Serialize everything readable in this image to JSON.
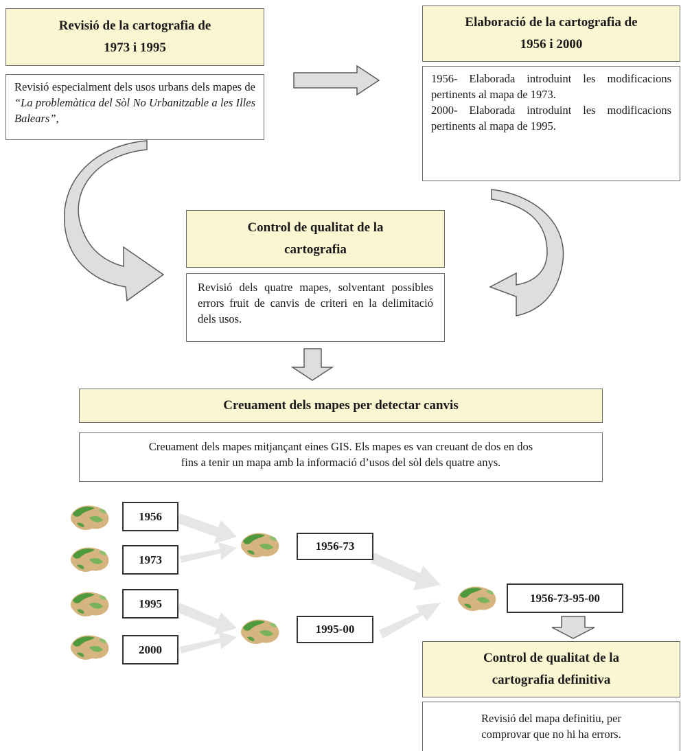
{
  "step1": {
    "title_line1": "Revisió de la cartografia de",
    "title_line2": "1973 i 1995",
    "text_plain": "Revisió especialment dels usos urbans dels mapes de",
    "text_italic": "“La problemàtica del Sòl No Urbanitzable a les Illes Balears”",
    "text_end": ","
  },
  "step2": {
    "title_line1": "Elaboració de la cartografia de",
    "title_line2": "1956 i 2000",
    "text_a": "1956- Elaborada introduint les modificacions pertinents al mapa de 1973.",
    "text_b": "2000- Elaborada introduint les modificacions pertinents al mapa de 1995."
  },
  "step3": {
    "title_line1": "Control de qualitat de la",
    "title_line2": "cartografia",
    "text": "Revisió dels quatre mapes, solventant possibles errors fruit de canvis de criteri en la delimitació dels usos."
  },
  "step4": {
    "title": "Creuament dels mapes per detectar canvis",
    "text_line1": "Creuament dels mapes mitjançant eines GIS. Els mapes es van creuant de dos en dos",
    "text_line2": "fins a tenir un mapa amb la informació d’usos del sòl dels quatre anys."
  },
  "years": {
    "y1956": "1956",
    "y1973": "1973",
    "y1995": "1995",
    "y2000": "2000",
    "c5673": "1956-73",
    "c9500": "1995-00",
    "final": "1956-73-95-00"
  },
  "step5": {
    "title_line1": "Control de qualitat de la",
    "title_line2": "cartografia definitiva",
    "text_line1": "Revisió del mapa definitiu, per",
    "text_line2": "comprovar que no hi ha errors."
  },
  "colors": {
    "title_fill": "#faf6d2",
    "arrow_fill": "#dedede",
    "map_green": "#4f9a3c",
    "map_tan": "#d6b480"
  }
}
